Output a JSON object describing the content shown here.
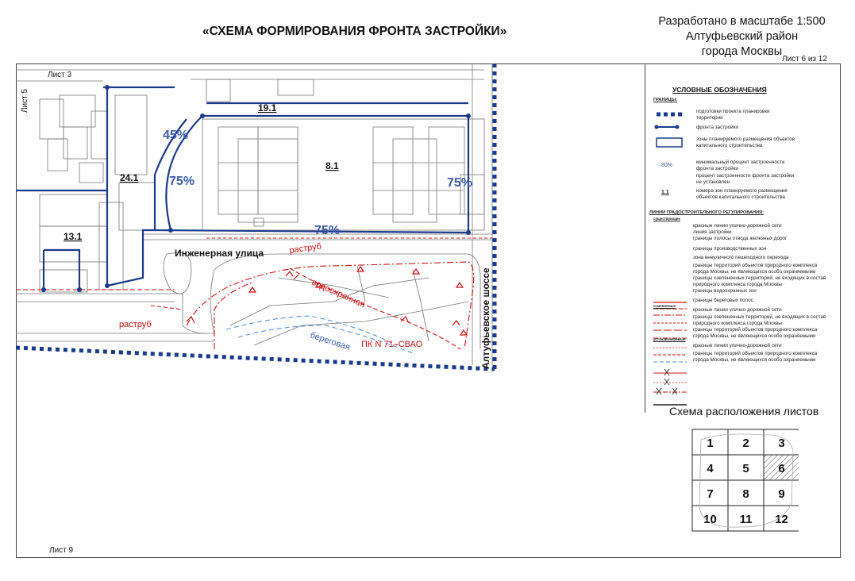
{
  "title": "«СХЕМА ФОРМИРОВАНИЯ ФРОНТА ЗАСТРОЙКИ»",
  "header": {
    "scale": "Разработано в масштабе 1:500",
    "district": "Алтуфьевский район",
    "city": "города Москвы",
    "sheet": "Лист 6 из 12"
  },
  "map": {
    "neighbor_top": "Лист 3",
    "neighbor_left": "Лист 5",
    "neighbor_bottom": "Лист 9",
    "zones": [
      {
        "id": "19.1"
      },
      {
        "id": "24.1"
      },
      {
        "id": "8.1"
      },
      {
        "id": "13.1"
      }
    ],
    "percents": [
      "45%",
      "75%",
      "75%",
      "75%"
    ],
    "streets": {
      "ingenernaya": "Инженерная улица",
      "altufevskoe": "Алтуфьевское шоссе"
    },
    "labels": {
      "rastrub_1": "раструб",
      "rastrub_2": "раструб",
      "vodoohrannaya": "водоохранная",
      "beregovaya": "береговая",
      "pk": "ПК N  71–СВАО"
    },
    "colors": {
      "boundary_blue": "#1a3a8a",
      "red_line": "#d01010",
      "percent_blue": "#3d5aa8"
    }
  },
  "legend": {
    "title": "УСЛОВНЫЕ ОБОЗНАЧЕНИЯ",
    "group_borders": "ГРАНИЦЫ:",
    "planning_territory": "подготовки проекта планировки территории",
    "building_front": "фронта застройки",
    "zones_placement": "зоны планируемого размещения объектов капитального строительства",
    "min_percent_sample": "80%",
    "min_percent": "минимальный процент застроенности фронта застройки",
    "percent_not_set": "процент застроенности фронта застройки не установлен",
    "zone_number_sample": "1.1",
    "zone_number": "номера зон планируемого размещения объектов капитального строительства",
    "reg_lines_title": "ЛИНИИ ГРАДОСТРОИТЕЛЬНОГО РЕГУЛИРОВАНИЯ:",
    "existing": "существующие",
    "red_lines": "красные линии улично-дорожной сети",
    "build_line": "линия застройки",
    "railway": "границы полосы отвода железных дорог",
    "production": "границы производственных зон",
    "crossing": "зона внеуличного пешеходного перехода",
    "natural_complex": "границы территорий объектов природного комплекса города Москвы, не являющихся особо охраняемыми",
    "greenery": "границы озелененных территорий, не входящих в состав природного комплекса города Москвы",
    "water_protection": "границы водоохранных зон",
    "coastal": "границы береговых полос",
    "cancelled": "отменяемые",
    "c_red_lines": "красные линии улично-дорожной сети",
    "c_greenery": "границы озелененных территорий, не входящих в состав природного комплекса города Москвы",
    "c_natural": "границы территорий объектов природного комплекса города Москвы, не являющихся особо охраняемыми",
    "established": "устанавливаемые",
    "e_red_lines": "красные линии улично-дорожной сети",
    "e_natural": "границы территорий объектов природного комплекса города Москвы, не являющихся особо охраняемыми"
  },
  "scheme": {
    "title": "Схема расположения листов",
    "cells": [
      "1",
      "2",
      "3",
      "4",
      "5",
      "6",
      "7",
      "8",
      "9",
      "10",
      "11",
      "12"
    ],
    "current": "6"
  }
}
